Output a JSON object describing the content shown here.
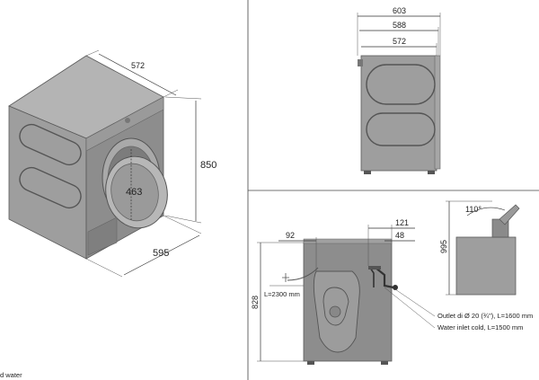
{
  "isometric_view": {
    "width_top": "572",
    "height": "850",
    "depth": "595",
    "door_opening": "463"
  },
  "side_view": {
    "overall_depth": "603",
    "depth_mid": "588",
    "depth_body": "572"
  },
  "rear_view": {
    "offset_left": "92",
    "offset_right_a": "121",
    "offset_right_b": "48",
    "height": "828",
    "power_cable": "L=2300 mm",
    "outlet_label": "Outlet di Ø 20 (¾\"), L=1600 mm",
    "inlet_label": "Water inlet cold, L=1500 mm"
  },
  "lid_view": {
    "angle": "110°",
    "height": "995"
  },
  "footer": {
    "note": "d water"
  }
}
